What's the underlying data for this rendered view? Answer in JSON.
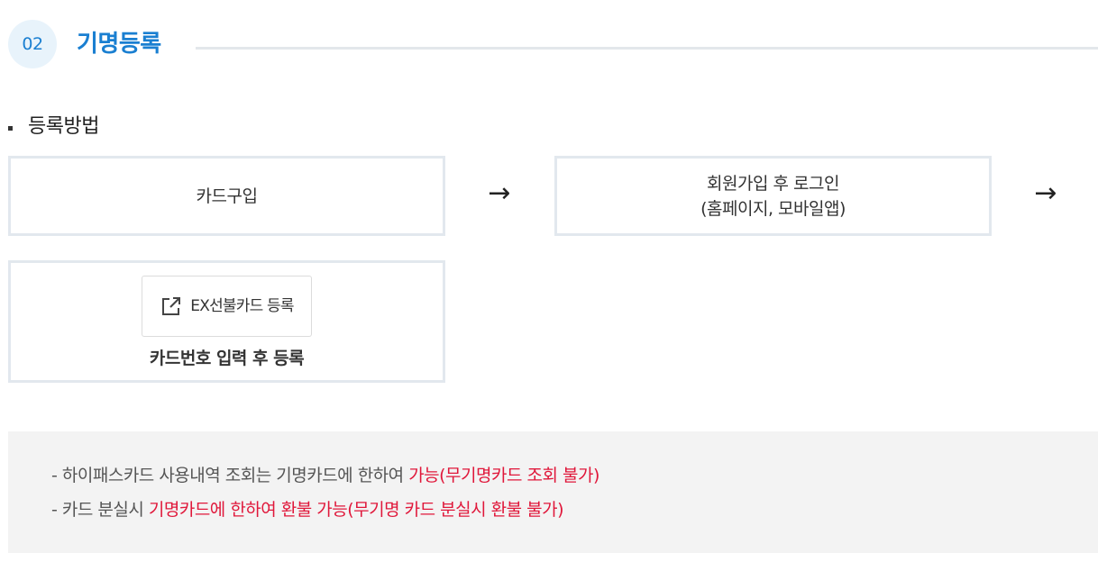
{
  "section": {
    "step_number": "02",
    "title": "기명등록"
  },
  "method": {
    "heading": "등록방법"
  },
  "steps": [
    {
      "lines": [
        "카드구입"
      ]
    },
    {
      "lines": [
        "회원가입 후 로그인",
        "(홈페이지, 모바일앱)"
      ]
    },
    {
      "button_label": "EX선불카드 등록",
      "button_icon": "external-link-icon",
      "caption": "카드번호 입력 후 등록"
    }
  ],
  "arrow_glyph": "→",
  "notices": [
    {
      "prefix": "- 하이패스카드 사용내역 조회는 기명카드에 한하여 ",
      "highlight": "가능(무기명카드 조회 불가)"
    },
    {
      "prefix": "- 카드 분실시 ",
      "highlight": "기명카드에 한하여 환불 가능(무기명 카드 분실시 환불 불가)"
    }
  ],
  "colors": {
    "accent": "#1a7fd1",
    "badge_bg": "#e8f3fb",
    "highlight": "#e0173a",
    "border": "#e2e8ee",
    "notice_bg": "#f3f3f3"
  }
}
